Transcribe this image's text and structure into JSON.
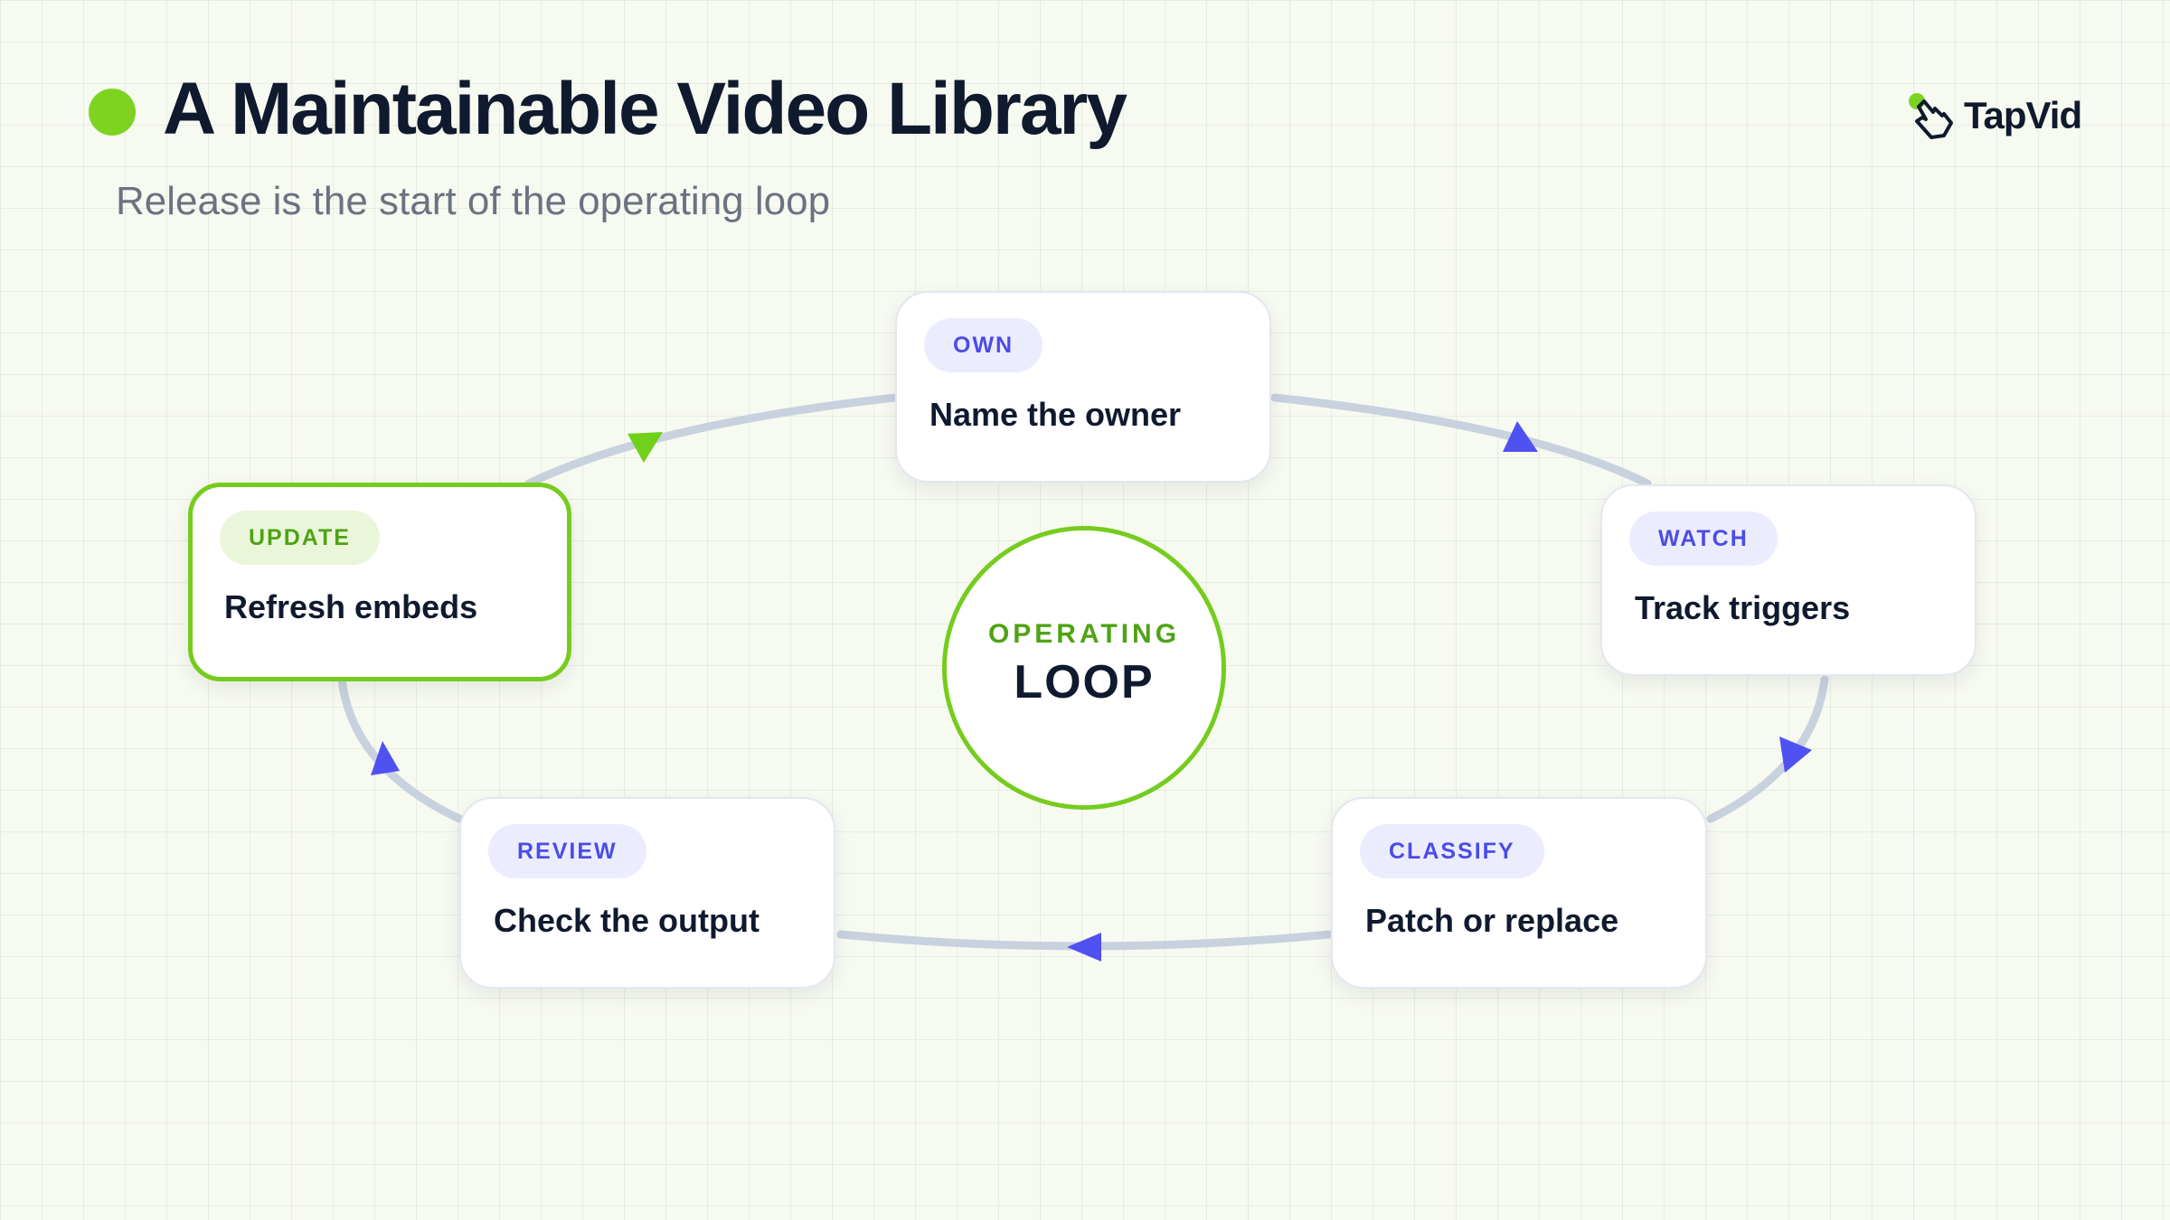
{
  "header": {
    "title": "A Maintainable Video Library",
    "subtitle": "Release is the start of the operating loop",
    "accent_color": "#7ed321"
  },
  "brand": {
    "name": "TapVid",
    "icon": "pointer-hand-icon"
  },
  "center": {
    "top_label": "OPERATING",
    "main_label": "LOOP"
  },
  "nodes": [
    {
      "tag": "OWN",
      "text": "Name the owner"
    },
    {
      "tag": "WATCH",
      "text": "Track triggers"
    },
    {
      "tag": "CLASSIFY",
      "text": "Patch or replace"
    },
    {
      "tag": "REVIEW",
      "text": "Check the output"
    },
    {
      "tag": "UPDATE",
      "text": "Refresh embeds",
      "active": true
    }
  ],
  "colors": {
    "connector": "#c8d1de",
    "arrow": "#4f52f0",
    "active_arrow": "#6fd11a",
    "active_border": "#76cc1e",
    "tag_text": "#4b4ce6",
    "tag_bg": "#ececff",
    "active_tag_text": "#4ea314",
    "active_tag_bg": "#eaf6d9"
  }
}
